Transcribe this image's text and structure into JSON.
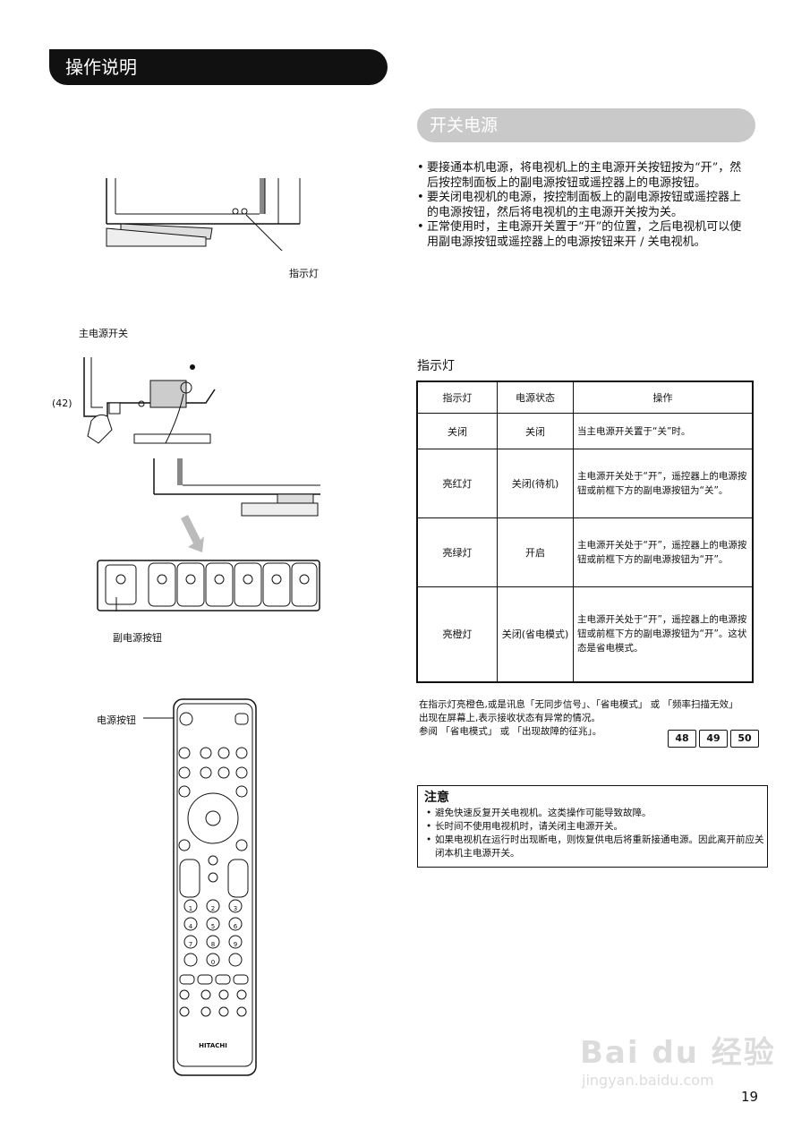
{
  "header": {
    "title": "操作说明"
  },
  "section": {
    "title": "开关电源"
  },
  "instructions": [
    "要接通本机电源，将电视机上的主电源开关按钮按为“开”，然后按控制面板上的副电源按钮或遥控器上的电源按钮。",
    "要关闭电视机的电源，按控制面板上的副电源按钮或遥控器上的电源按钮，然后将电视机的主电源开关按为关。",
    "正常使用时，主电源开关置于“开”的位置，之后电视机可以使用副电源按钮或遥控器上的电源按钮来开 / 关电视机。"
  ],
  "illustrations": {
    "indicator_label": "指示灯",
    "main_switch_label": "主电源开关",
    "ref_number": "(42)",
    "sub_power_label": "副电源按钮",
    "remote_power_label": "电源按钮",
    "remote_brand": "HITACHI"
  },
  "indicator_table": {
    "title": "指示灯",
    "headers": [
      "指示灯",
      "电源状态",
      "操作"
    ],
    "rows": [
      {
        "light": "关闭",
        "state": "关闭",
        "op": "当主电源开关置于“关”时。"
      },
      {
        "light": "亮红灯",
        "state": "关闭(待机)",
        "op": "主电源开关处于“开”，遥控器上的电源按钮或前框下方的副电源按钮为“关”。"
      },
      {
        "light": "亮绿灯",
        "state": "开启",
        "op": "主电源开关处于“开”，遥控器上的电源按钮或前框下方的副电源按钮为“开”。"
      },
      {
        "light": "亮橙灯",
        "state": "关闭(省电模式)",
        "op": "主电源开关处于“开”，遥控器上的电源按钮或前框下方的副电源按钮为“开”。这状态是省电模式。"
      }
    ]
  },
  "table_note": {
    "line1": "在指示灯亮橙色,或是讯息「无同步信号」、「省电模式」 或 「频率扫描无效」 出现在屏幕上,表示接收状态有异常的情况。",
    "line2": "参阅 「省电模式」 或 「出现故障的征兆」。",
    "pages": [
      "48",
      "49",
      "50"
    ]
  },
  "caution": {
    "title": "注意",
    "items": [
      "避免快速反复开关电视机。这类操作可能导致故障。",
      "长时间不使用电视机时，请关闭主电源开关。",
      "如果电视机在运行时出现断电，则恢复供电后将重新接通电源。因此离开前应关闭本机主电源开关。"
    ]
  },
  "page_number": "19",
  "watermark": {
    "brand": "Bai du 经验",
    "url": "jingyan.baidu.com"
  }
}
